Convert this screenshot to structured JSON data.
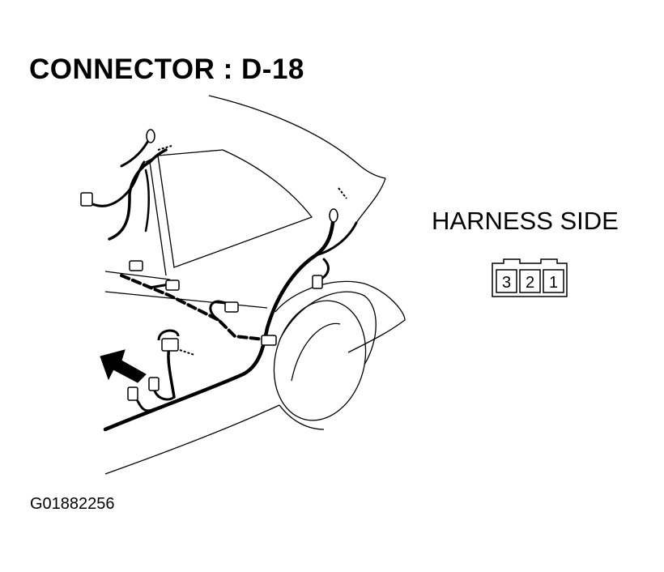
{
  "title": "CONNECTOR : D-18",
  "harness_label": "HARNESS SIDE",
  "connector_pins": [
    "3",
    "2",
    "1"
  ],
  "figure_id": "G01882256"
}
